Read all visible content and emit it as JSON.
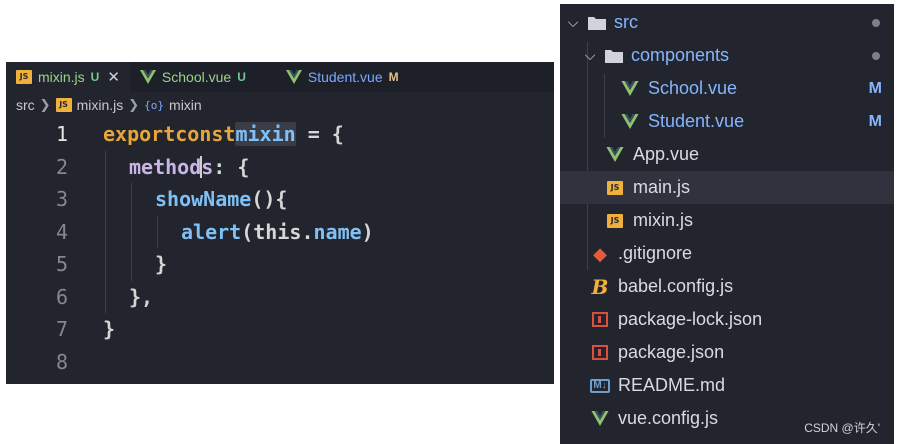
{
  "editor": {
    "tabs": [
      {
        "name": "mixin.js",
        "status": "U",
        "close": "✕"
      },
      {
        "name": "School.vue",
        "status": "U"
      },
      {
        "name": "Student.vue",
        "status": "M"
      }
    ],
    "breadcrumb": {
      "folder": "src",
      "file": "mixin.js",
      "symbol": "mixin",
      "file_badge": "JS",
      "symbol_icon": "{o}"
    },
    "line_numbers": [
      "1",
      "2",
      "3",
      "4",
      "5",
      "6",
      "7",
      "8"
    ],
    "code": {
      "l1": {
        "kw1": "export",
        "kw2": "const",
        "ident": "mixin",
        "rest": " = {"
      },
      "l2": {
        "prop": "methods",
        "rest": ": {"
      },
      "l3": {
        "fn": "showName",
        "rest": "(){"
      },
      "l4": {
        "fn": "alert",
        "open": "(",
        "this": "this",
        "dot": ".",
        "prop": "name",
        "close": ")"
      },
      "l5": "}",
      "l6": "},",
      "l7": "}"
    }
  },
  "explorer": {
    "items": [
      {
        "label": "src",
        "type": "folder"
      },
      {
        "label": "components",
        "type": "folder"
      },
      {
        "label": "School.vue",
        "type": "vue",
        "status": "M"
      },
      {
        "label": "Student.vue",
        "type": "vue",
        "status": "M"
      },
      {
        "label": "App.vue",
        "type": "vue"
      },
      {
        "label": "main.js",
        "type": "js"
      },
      {
        "label": "mixin.js",
        "type": "js"
      },
      {
        "label": ".gitignore",
        "type": "git"
      },
      {
        "label": "babel.config.js",
        "type": "babel"
      },
      {
        "label": "package-lock.json",
        "type": "npm"
      },
      {
        "label": "package.json",
        "type": "npm"
      },
      {
        "label": "README.md",
        "type": "md"
      },
      {
        "label": "vue.config.js",
        "type": "vue"
      }
    ],
    "js_badge": "JS",
    "md_badge": "M↓"
  },
  "watermark": "CSDN @许久'",
  "colors": {
    "background": "#23252e",
    "keyword": "#e6a73a",
    "identifier": "#7fc0f5",
    "property": "#c9b6e6",
    "untracked": "#73c991",
    "modified": "#e2c08d",
    "explorer_modified": "#86b5ff"
  }
}
